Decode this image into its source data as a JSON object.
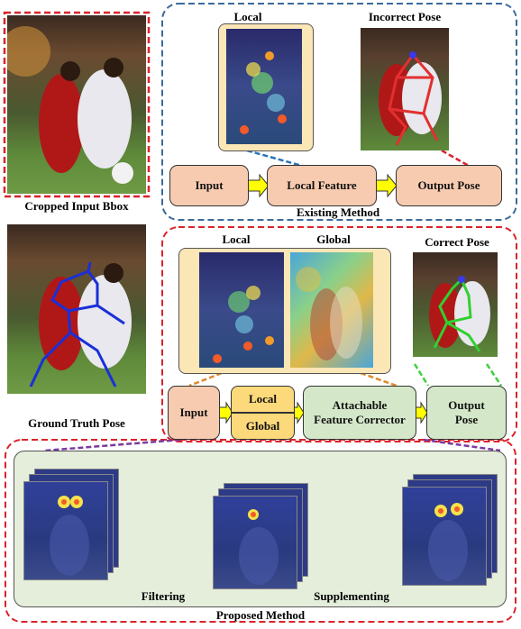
{
  "left": {
    "cropped_label": "Cropped Input Bbox",
    "gt_label": "Ground Truth Pose"
  },
  "existing": {
    "local_label": "Local",
    "incorrect_label": "Incorrect Pose",
    "input": "Input",
    "local_feature": "Local Feature",
    "output_pose": "Output Pose",
    "caption": "Existing Method"
  },
  "middle": {
    "local_label": "Local",
    "global_label": "Global",
    "correct_label": "Correct Pose",
    "input": "Input",
    "local": "Local",
    "global": "Global",
    "corrector": "Attachable Feature Corrector",
    "output_pose": "Output Pose"
  },
  "proposed": {
    "filtering": "Filtering",
    "supplementing": "Supplementing",
    "caption": "Proposed Method"
  },
  "colors": {
    "red_dashed": "#d9232b",
    "blue_dashed": "#3b6a9a",
    "orange_dashed": "#e08a2e",
    "green_dashed": "#3fcf3f",
    "purple_dashed": "#7b3aa0",
    "pink_box": "#f7cbb0",
    "green_box": "#d4e8c9",
    "yellow_box": "#fcd97a",
    "arrow_yellow": "#ffff00"
  },
  "icons": {
    "multiply": "circled-times",
    "add": "circled-plus"
  }
}
